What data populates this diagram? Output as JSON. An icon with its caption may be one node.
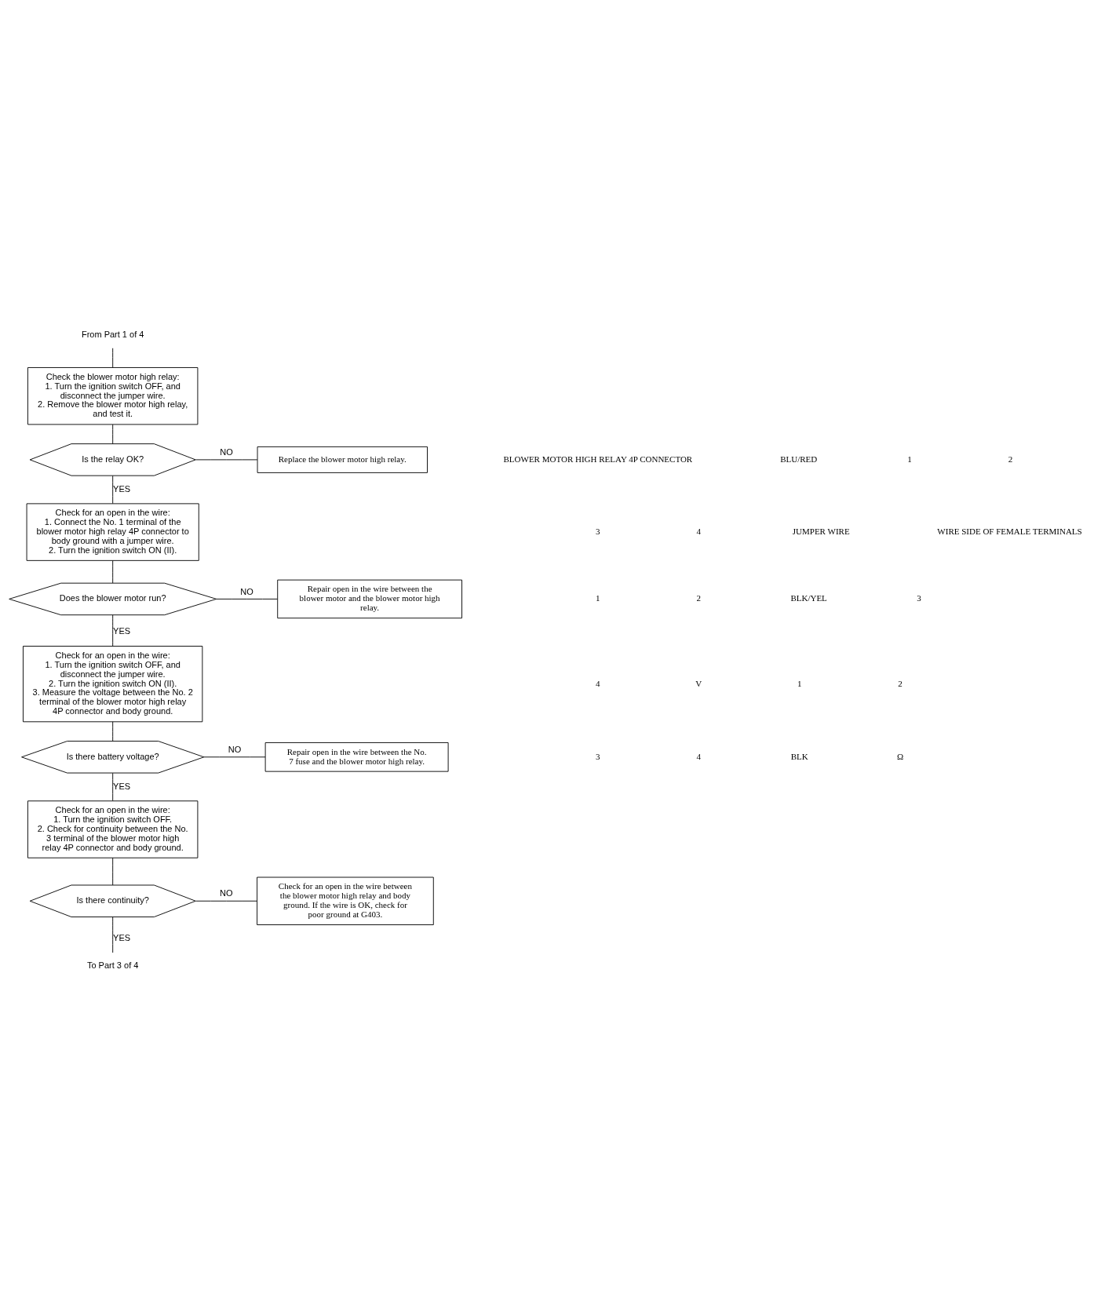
{
  "diagram": {
    "nodes": [
      {
        "text": [
          "From Part 1 of 4"
        ]
      },
      {
        "text": [
          "Check the blower motor high relay:",
          "1. Turn the ignition switch OFF, and disconnect the jumper wire.",
          "2. Remove the blower motor high relay, and test it."
        ]
      },
      {
        "text": [
          "Is the relay OK?"
        ]
      },
      {
        "text": [
          "Replace the blower motor high relay."
        ]
      },
      {
        "text": [
          "Check for an open in the wire:",
          "1. Connect the No. 1 terminal of the blower motor high relay 4P connector to body ground with a jumper wire.",
          "2. Turn the ignition switch ON (II)."
        ]
      },
      {
        "text": [
          "Does the blower motor run?"
        ]
      },
      {
        "text": [
          "Repair open in the wire between the blower motor and the blower motor high relay."
        ]
      },
      {
        "text": [
          "Check for an open in the wire:",
          "1. Turn the ignition switch OFF, and disconnect the jumper wire.",
          "2. Turn the ignition switch ON (II).",
          "3. Measure the voltage between the No. 2 terminal of the blower motor high relay 4P connector and body ground."
        ]
      },
      {
        "text": [
          "Is there battery voltage?"
        ]
      },
      {
        "text": [
          "Repair open in the wire between the No. 7 fuse and the blower motor high relay."
        ]
      },
      {
        "text": [
          "Check for an open in the wire:",
          "1. Turn the ignition switch OFF.",
          "2. Check for continuity between the No. 3 terminal of the blower motor high relay 4P connector and body ground."
        ]
      },
      {
        "text": [
          "Is there continuity?"
        ]
      },
      {
        "text": [
          "Check for an open in the wire between the blower motor high relay and body ground. If the wire is OK, check for poor ground at G403."
        ]
      },
      {
        "text": [
          "To Part 3 of 4"
        ]
      }
    ],
    "edges": [
      {
        "from": 0,
        "to": 1,
        "arrow": "none"
      },
      {
        "from": 1,
        "to": 2,
        "arrow": "none"
      },
      {
        "from": 2,
        "to": 3,
        "arrow": "none",
        "label": "NO"
      },
      {
        "from": 2,
        "to": 4,
        "arrow": "none",
        "label": "YES"
      },
      {
        "from": 4,
        "to": 5,
        "arrow": "none"
      },
      {
        "from": 5,
        "to": 6,
        "arrow": "none",
        "label": "NO"
      },
      {
        "from": 5,
        "to": 7,
        "arrow": "none",
        "label": "YES"
      },
      {
        "from": 7,
        "to": 8,
        "arrow": "none"
      },
      {
        "from": 8,
        "to": 9,
        "arrow": "none",
        "label": "NO"
      },
      {
        "from": 8,
        "to": 10,
        "arrow": "none",
        "label": "YES"
      },
      {
        "from": 10,
        "to": 11,
        "arrow": "none"
      },
      {
        "from": 11,
        "to": 12,
        "arrow": "none",
        "label": "NO"
      },
      {
        "from": 11,
        "to": 13,
        "arrow": "none",
        "label": "YES"
      }
    ],
    "labels": [
      "BLOWER MOTOR HIGH RELAY 4P CONNECTOR",
      "BLU/RED",
      "1",
      "2",
      "3",
      "4",
      "JUMPER WIRE",
      "WIRE SIDE OF FEMALE TERMINALS",
      "1",
      "2",
      "BLK/YEL",
      "3",
      "4",
      "V",
      "1",
      "2",
      "3",
      "4",
      "BLK",
      "Ω"
    ]
  }
}
